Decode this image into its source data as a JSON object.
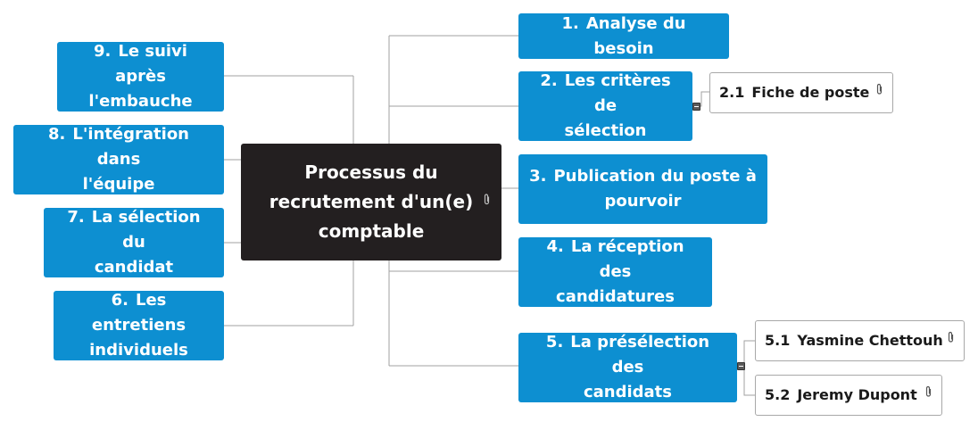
{
  "central": {
    "lines": [
      "Processus du",
      "recrutement d'un(e)",
      "comptable"
    ],
    "attachment_icon": "paperclip-icon"
  },
  "right_topics": [
    {
      "num": "1.",
      "lines": [
        "Analyse du besoin"
      ]
    },
    {
      "num": "2.",
      "lines": [
        "Les critères de",
        "sélection"
      ]
    },
    {
      "num": "3.",
      "lines": [
        "Publication du poste à",
        "pourvoir"
      ]
    },
    {
      "num": "4.",
      "lines": [
        "La réception des",
        "candidatures"
      ]
    },
    {
      "num": "5.",
      "lines": [
        "La présélection des",
        "candidats"
      ]
    }
  ],
  "left_topics": [
    {
      "num": "9.",
      "lines": [
        "Le suivi après",
        "l'embauche"
      ]
    },
    {
      "num": "8.",
      "lines": [
        "L'intégration dans",
        "l'équipe"
      ]
    },
    {
      "num": "7.",
      "lines": [
        "La sélection du",
        "candidat"
      ]
    },
    {
      "num": "6.",
      "lines": [
        "Les entretiens",
        "individuels"
      ]
    }
  ],
  "subtopics": [
    {
      "num": "2.1",
      "label": "Fiche de poste",
      "attachment_icon": "paperclip-icon"
    },
    {
      "num": "5.1",
      "label": "Yasmine Chettouh",
      "attachment_icon": "paperclip-icon"
    },
    {
      "num": "5.2",
      "label": "Jeremy Dupont",
      "attachment_icon": "paperclip-icon"
    }
  ],
  "colors": {
    "topic": "#0d8fd1",
    "central": "#231f20",
    "connector": "#a0a0a0"
  }
}
